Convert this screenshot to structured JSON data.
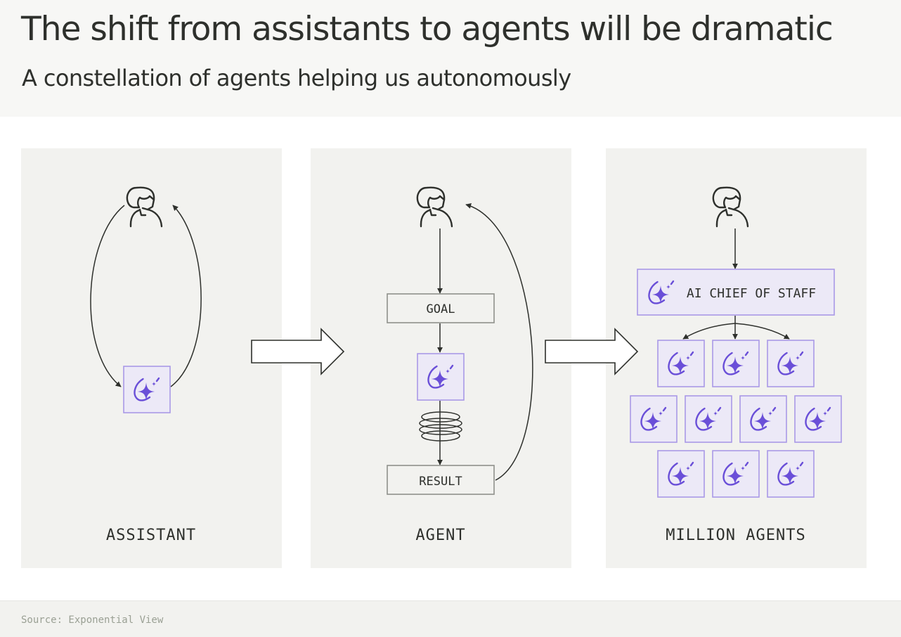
{
  "header": {
    "title": "The shift from assistants to agents will be dramatic",
    "subtitle": "A constellation of agents helping us autonomously"
  },
  "panels": [
    {
      "label": "ASSISTANT"
    },
    {
      "label": "AGENT",
      "goal_label": "GOAL",
      "result_label": "RESULT"
    },
    {
      "label": "MILLION AGENTS",
      "chief_label": "AI CHIEF OF STAFF"
    }
  ],
  "footer": {
    "source": "Source: Exponential View"
  },
  "colors": {
    "agent_fill": "#ece9f7",
    "agent_border": "#a999e6",
    "agent_icon": "#6a4fd8",
    "line": "#2e302c",
    "panel_bg": "#f2f2ef"
  },
  "icons": {
    "person": "person-icon",
    "agent": "ai-agent-sparkle-icon",
    "loop": "iteration-spiral-icon",
    "transition": "hollow-right-arrow-icon"
  }
}
